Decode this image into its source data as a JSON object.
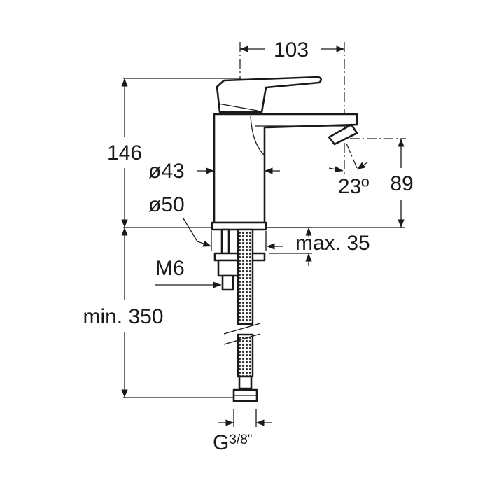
{
  "dimensions": {
    "spout_reach": "103",
    "total_height": "146",
    "body_diameter": "ø43",
    "base_diameter": "ø50",
    "aerator_angle": "23º",
    "spout_height": "89",
    "max_thickness": "max. 35",
    "stud_thread": "M6",
    "hose_length": "min. 350",
    "connection_prefix": "G",
    "connection_size": "3/8\""
  },
  "colors": {
    "line": "#1a1a1a",
    "background": "#ffffff"
  }
}
